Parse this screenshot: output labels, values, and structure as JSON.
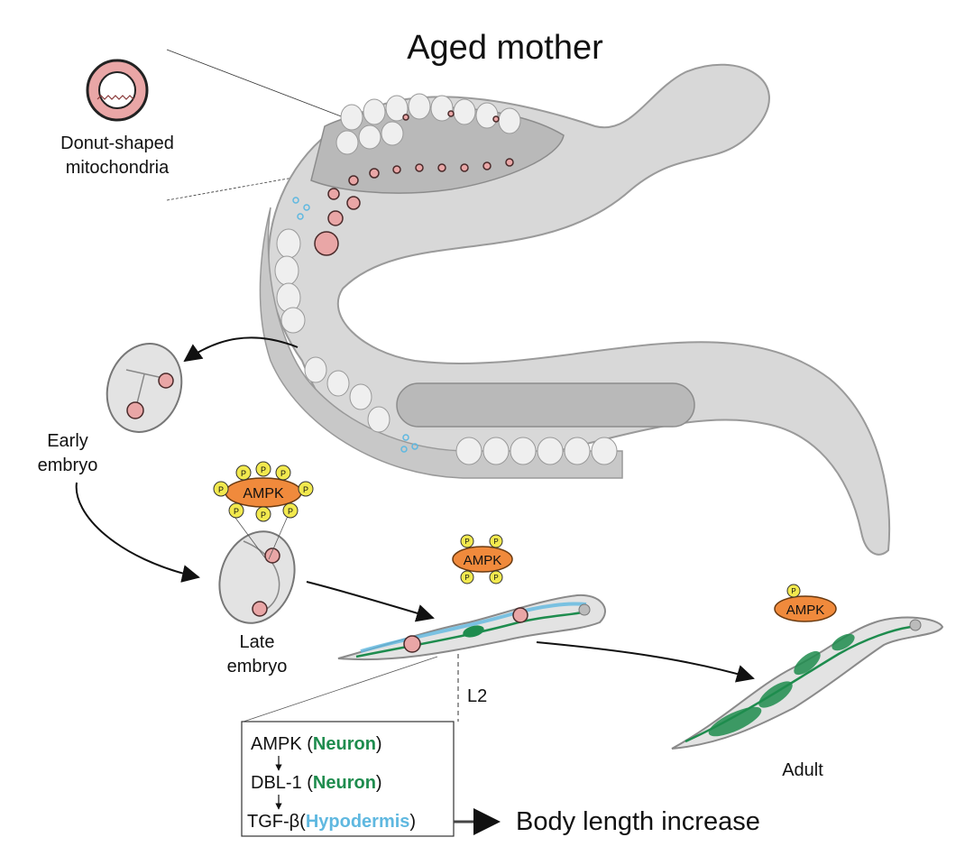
{
  "title": "Aged mother",
  "labels": {
    "donut": [
      "Donut-shaped",
      "mitochondria"
    ],
    "early": [
      "Early",
      "embryo"
    ],
    "late": [
      "Late",
      "embryo"
    ],
    "l2": "L2",
    "adult": "Adult",
    "ampk": "AMPK",
    "phospho": "P"
  },
  "pathway": {
    "rows": [
      {
        "gene": "AMPK",
        "open": " (",
        "tissue": "Neuron",
        "close": ")"
      },
      {
        "gene": "DBL-1",
        "open": " (",
        "tissue": "Neuron",
        "close": ")"
      },
      {
        "gene": "TGF-β",
        "open": "(",
        "tissue": "Hypodermis",
        "close": ")"
      }
    ],
    "outcome": "Body length increase"
  },
  "colors": {
    "neuron": "#1e8c4e",
    "hypodermis": "#5fb8e0",
    "ampk": "#f08a3c",
    "phospho": "#f2e94e",
    "mito": "#e9a6a6",
    "worm": "#d8d8d8"
  }
}
